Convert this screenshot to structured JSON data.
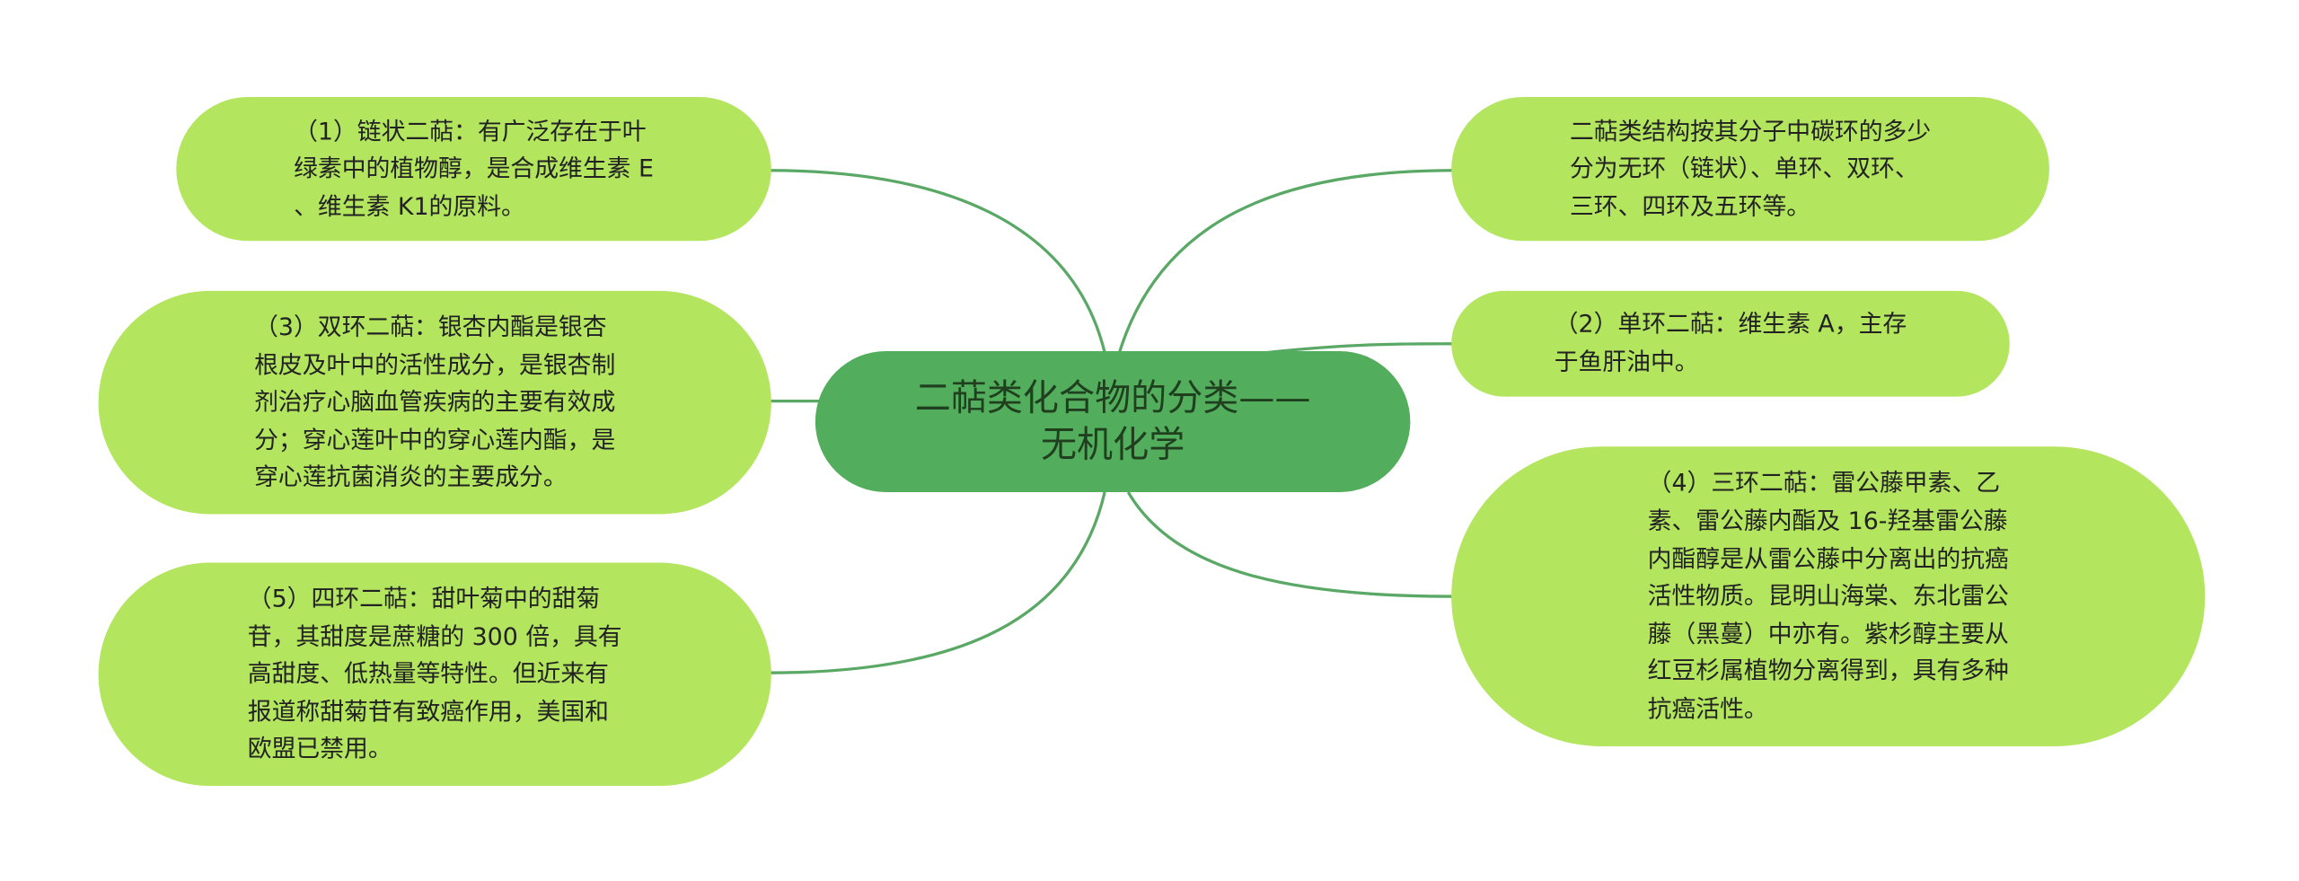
{
  "colors": {
    "center_fill": "#52ae5c",
    "leaf_fill": "#b3e55f",
    "connector": "#5aa865"
  },
  "center": {
    "title": "二萜类化合物的分类——\n无机化学"
  },
  "leaves": {
    "chain": "（1）链状二萜：有广泛存在于叶\n绿素中的植物醇，是合成维生素 E\n、维生素 K1的原料。",
    "bicyclic": "（3）双环二萜：银杏内酯是银杏\n根皮及叶中的活性成分，是银杏制\n剂治疗心脑血管疾病的主要有效成\n分；穿心莲叶中的穿心莲内酯，是\n穿心莲抗菌消炎的主要成分。",
    "tetracyclic": "（5）四环二萜：甜叶菊中的甜菊\n苷，其甜度是蔗糖的 300 倍，具有\n高甜度、低热量等特性。但近来有\n报道称甜菊苷有致癌作用，美国和\n欧盟已禁用。",
    "overview": "二萜类结构按其分子中碳环的多少\n分为无环（链状）、单环、双环、\n三环、四环及五环等。",
    "monocyclic": "（2）单环二萜：维生素 A，主存\n于鱼肝油中。",
    "tricyclic": "（4）三环二萜：雷公藤甲素、乙\n素、雷公藤内酯及 16-羟基雷公藤\n内酯醇是从雷公藤中分离出的抗癌\n活性物质。昆明山海棠、东北雷公\n藤（黑蔓）中亦有。紫杉醇主要从\n红豆杉属植物分离得到，具有多种\n抗癌活性。"
  }
}
